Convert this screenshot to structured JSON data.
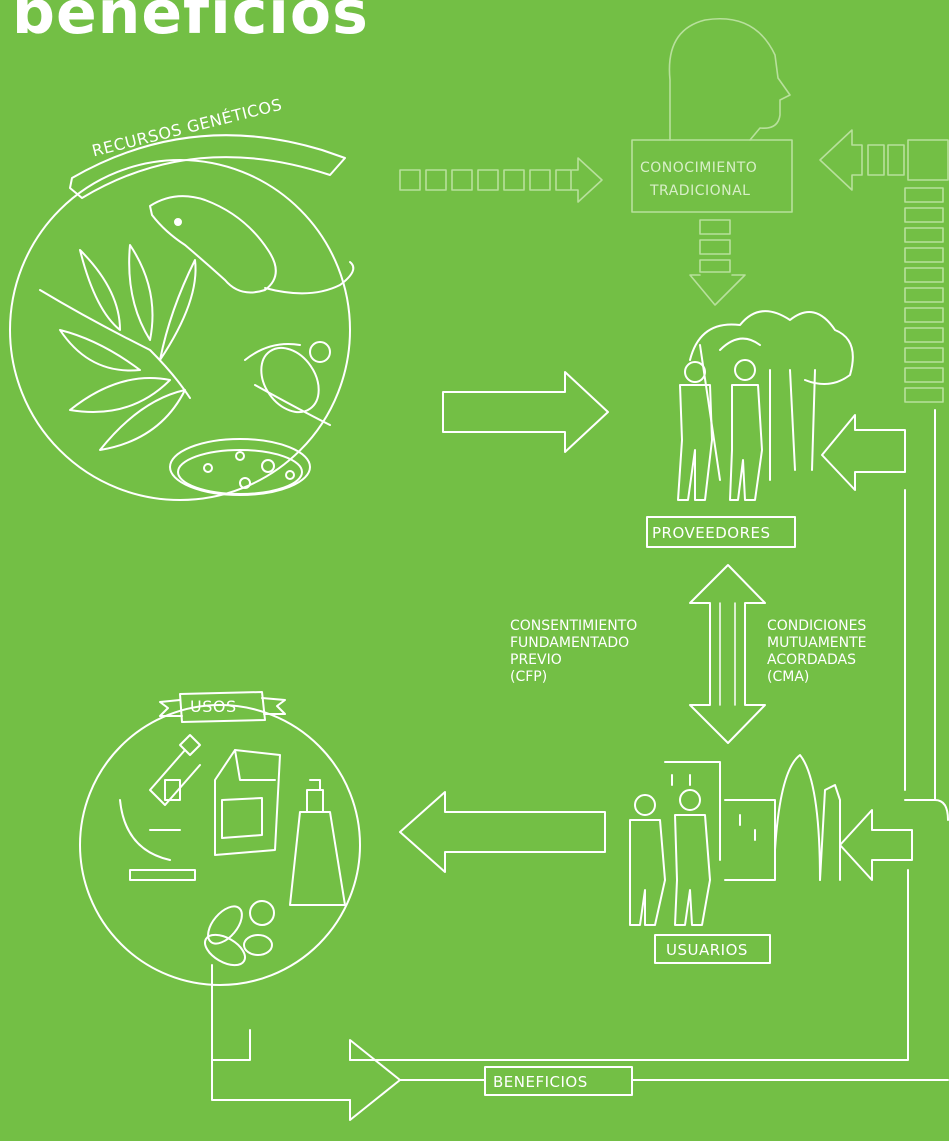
{
  "title": "beneficios",
  "nodes": {
    "genetic_resources": "RECURSOS GENÉTICOS",
    "traditional_knowledge_line1": "CONOCIMIENTO",
    "traditional_knowledge_line2": "TRADICIONAL",
    "providers": "PROVEEDORES",
    "users": "USUARIOS",
    "uses": "USOS",
    "benefits": "BENEFICIOS"
  },
  "left_terms": [
    "CONSENTIMIENTO",
    "FUNDAMENTADO",
    "PREVIO",
    "(CFP)"
  ],
  "right_terms": [
    "CONDICIONES",
    "MUTUAMENTE",
    "ACORDADAS",
    "(CMA)"
  ],
  "colors": {
    "background": "#73bf45",
    "line": "#ffffff",
    "faded_line": "#b8e09c"
  }
}
